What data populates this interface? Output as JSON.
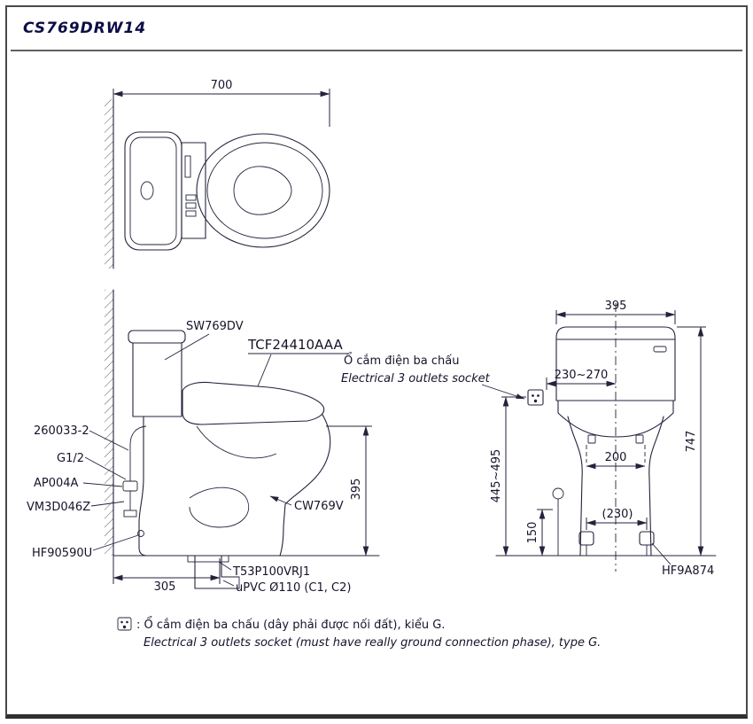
{
  "title": "CS769DRW14",
  "colors": {
    "line": "#23233c",
    "text": "#14142b",
    "title": "#0d0d45"
  },
  "top_view": {
    "dim_depth": "700"
  },
  "side_view": {
    "labels": {
      "tank": "SW769DV",
      "washlet": "TCF24410AAA",
      "hose": "260033-2",
      "thread": "G1/2",
      "stop_valve": "AP004A",
      "supply_pipe": "VM3D046Z",
      "floor_flange": "HF90590U",
      "bowl": "CW769V",
      "drain_joint": "T53P100VRJ1",
      "drain_pipe": "uPVC Ø110 (C1, C2)"
    },
    "dims": {
      "bowl_height": "395",
      "drain_offset": "305"
    },
    "outlet_callout": {
      "vi": "Ổ cắm điện ba chấu",
      "en": "Electrical 3 outlets socket"
    }
  },
  "front_view": {
    "dims": {
      "width": "395",
      "outlet_offset": "230~270",
      "total_height": "747",
      "outlet_height": "445~495",
      "mount_width": "200",
      "bolt_spacing": "(230)",
      "supply_height": "150"
    },
    "labels": {
      "bolt_cap": "HF9A874"
    }
  },
  "legend": {
    "line1": ": Ổ cắm điện ba chấu (dây phải được nối đất), kiểu G.",
    "line2": "Electrical 3 outlets socket (must have really ground connection phase), type G."
  }
}
